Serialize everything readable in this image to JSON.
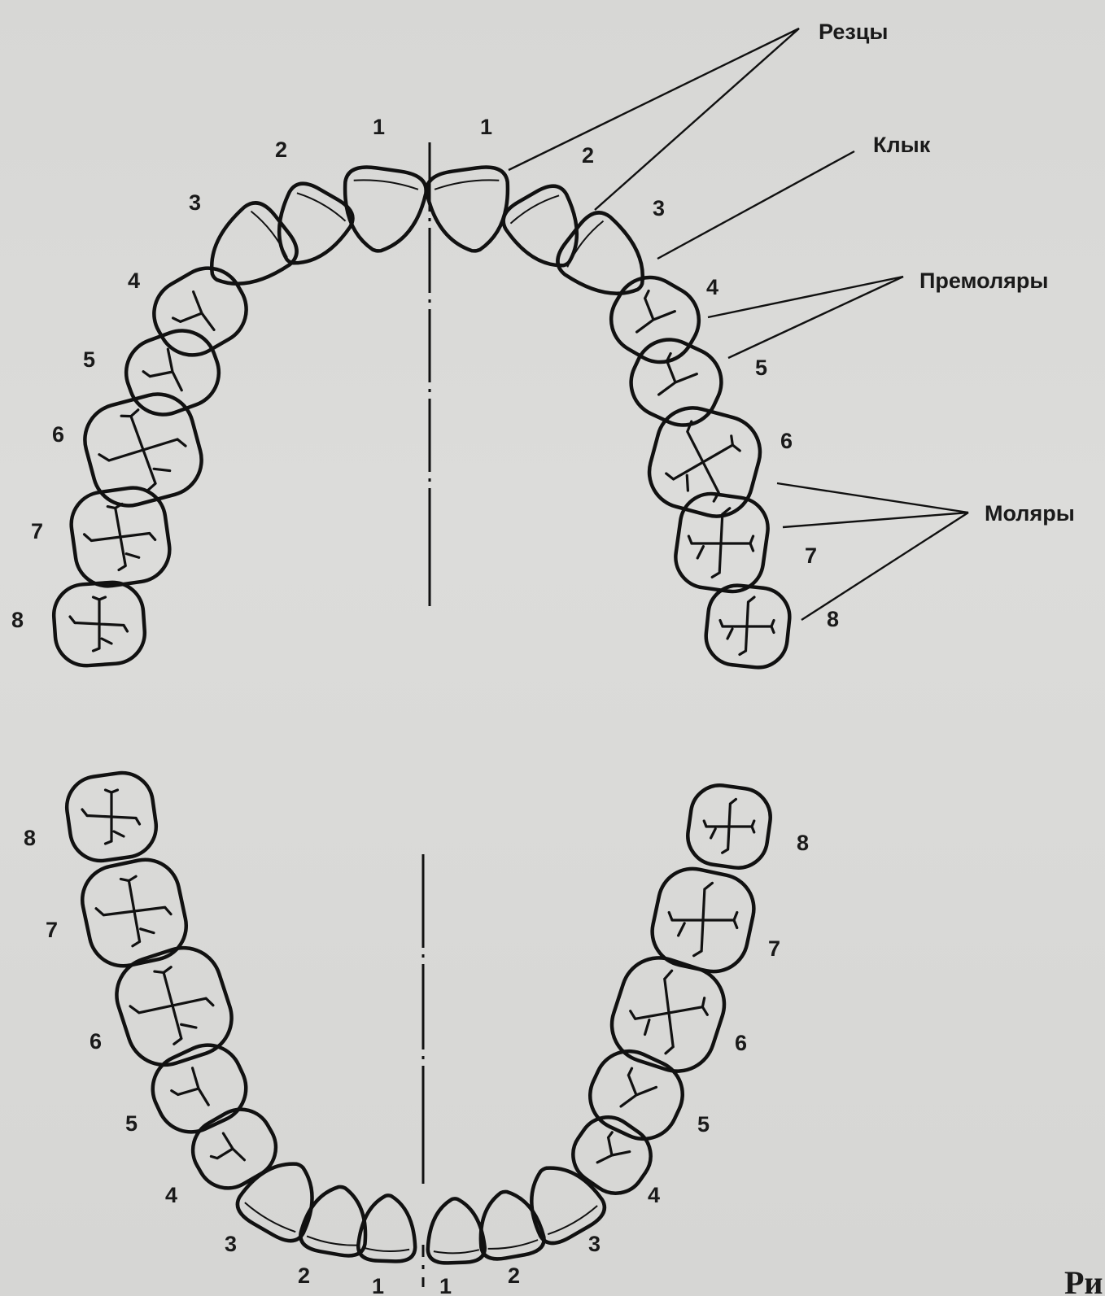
{
  "labels": {
    "incisors": "Резцы",
    "canine": "Клык",
    "premolars": "Премоляры",
    "molars": "Моляры"
  },
  "tooth_numbers": [
    "1",
    "2",
    "3",
    "4",
    "5",
    "6",
    "7",
    "8"
  ],
  "caption_fragment": "Ри"
}
